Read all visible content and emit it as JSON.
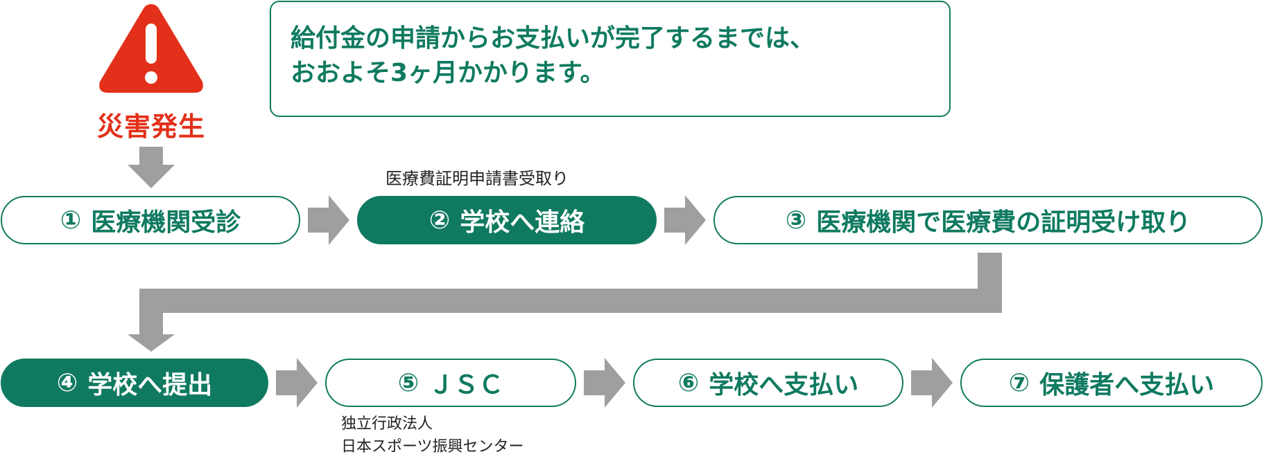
{
  "colors": {
    "brand_green": "#0f7a60",
    "alert_red": "#e3301a",
    "arrow_gray": "#9f9f9f"
  },
  "alert": {
    "icon": "warning-triangle-icon",
    "label": "災害発生"
  },
  "notice": {
    "line1": "給付金の申請からお支払いが完了するまでは、",
    "line2": "おおよそ3ヶ月かかります。"
  },
  "steps": [
    {
      "num": "①",
      "label": "医療機関受診",
      "filled": false
    },
    {
      "num": "②",
      "label": "学校へ連絡",
      "filled": true,
      "caption": "医療費証明申請書受取り"
    },
    {
      "num": "③",
      "label": "医療機関で医療費の証明受け取り",
      "filled": false
    },
    {
      "num": "④",
      "label": "学校へ提出",
      "filled": true
    },
    {
      "num": "⑤",
      "label": "ＪＳＣ",
      "filled": false,
      "note_lines": [
        "独立行政法人",
        "日本スポーツ振興センター"
      ]
    },
    {
      "num": "⑥",
      "label": "学校へ支払い",
      "filled": false
    },
    {
      "num": "⑦",
      "label": "保護者へ支払い",
      "filled": false
    }
  ]
}
